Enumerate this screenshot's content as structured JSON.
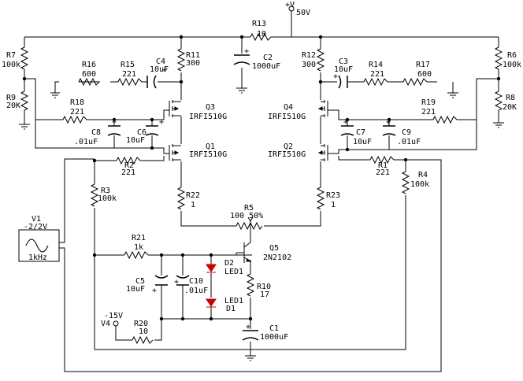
{
  "supplies": {
    "vplus": {
      "label": "+V",
      "value": "50V"
    },
    "vminus": {
      "label": "-15V",
      "name": "V4"
    }
  },
  "source": {
    "name": "V1",
    "value": "-2/2V",
    "freq": "1kHz"
  },
  "resistors": {
    "R1": {
      "name": "R1",
      "value": "221"
    },
    "R2": {
      "name": "R2",
      "value": "221"
    },
    "R3": {
      "name": "R3",
      "value": "100k"
    },
    "R4": {
      "name": "R4",
      "value": "100k"
    },
    "R5": {
      "name": "R5",
      "value": "100 50%"
    },
    "R6": {
      "name": "R6",
      "value": "100k"
    },
    "R7": {
      "name": "R7",
      "value": "100k"
    },
    "R8": {
      "name": "R8",
      "value": "20K"
    },
    "R9": {
      "name": "R9",
      "value": "20K"
    },
    "R10": {
      "name": "R10",
      "value": "17"
    },
    "R11": {
      "name": "R11",
      "value": "300"
    },
    "R12": {
      "name": "R12",
      "value": "300"
    },
    "R13": {
      "name": "R13",
      "value": "10"
    },
    "R14": {
      "name": "R14",
      "value": "221"
    },
    "R15": {
      "name": "R15",
      "value": "221"
    },
    "R16": {
      "name": "R16",
      "value": "600"
    },
    "R17": {
      "name": "R17",
      "value": "600"
    },
    "R18": {
      "name": "R18",
      "value": "221"
    },
    "R19": {
      "name": "R19",
      "value": "221"
    },
    "R20": {
      "name": "R20",
      "value": "10"
    },
    "R21": {
      "name": "R21",
      "value": "1k"
    },
    "R22": {
      "name": "R22",
      "value": "1"
    },
    "R23": {
      "name": "R23",
      "value": "1"
    }
  },
  "capacitors": {
    "C1": {
      "name": "C1",
      "value": "1000uF"
    },
    "C2": {
      "name": "C2",
      "value": "1000uF"
    },
    "C3": {
      "name": "C3",
      "value": "10uF"
    },
    "C4": {
      "name": "C4",
      "value": "10uF"
    },
    "C5": {
      "name": "C5",
      "value": "10uF"
    },
    "C6": {
      "name": "C6",
      "value": "10uF"
    },
    "C7": {
      "name": "C7",
      "value": "10uF"
    },
    "C8": {
      "name": "C8",
      "value": ".01uF"
    },
    "C9": {
      "name": "C9",
      "value": ".01uF"
    },
    "C10": {
      "name": "C10",
      "value": ".01uF"
    }
  },
  "transistors": {
    "Q1": {
      "name": "Q1",
      "part": "IRFI510G"
    },
    "Q2": {
      "name": "Q2",
      "part": "IRFI510G"
    },
    "Q3": {
      "name": "Q3",
      "part": "IRFI510G"
    },
    "Q4": {
      "name": "Q4",
      "part": "IRFI510G"
    },
    "Q5": {
      "name": "Q5",
      "part": "2N2102"
    }
  },
  "diodes": {
    "D1": {
      "name": "D1",
      "part": "LED1"
    },
    "D2": {
      "name": "D2",
      "part": "LED1"
    }
  },
  "colors": {
    "wire": "#000000",
    "led": "#d00000"
  }
}
